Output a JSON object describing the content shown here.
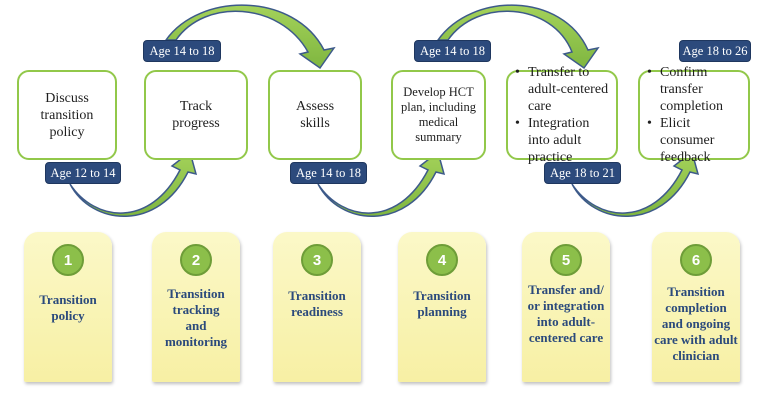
{
  "steps": [
    {
      "text": "Discuss transition policy",
      "age": "Age 12 to 14",
      "number": "1",
      "card_label": "Transition policy"
    },
    {
      "text": "Track progress",
      "age": "Age 14 to 18",
      "number": "2",
      "card_label": "Transition tracking and monitoring"
    },
    {
      "text": "Assess skills",
      "age": "Age 14 to 18",
      "number": "3",
      "card_label": "Transition readiness"
    },
    {
      "text": "Develop HCT plan, including medical summary",
      "age": "Age 14 to 18",
      "number": "4",
      "card_label": "Transition planning"
    },
    {
      "bullets": [
        "Transfer to adult-centered care",
        "Integration into adult practice"
      ],
      "age": "Age 18 to 21",
      "number": "5",
      "card_label": "Transfer and/ or integration into adult-centered care"
    },
    {
      "bullets": [
        "Confirm transfer completion",
        "Elicit consumer feedback"
      ],
      "age": "Age 18 to 26",
      "number": "6",
      "card_label": "Transition completion and ongoing care with adult clinician"
    }
  ],
  "colors": {
    "box_border": "#92c84a",
    "age_tag": "#2c4a7c",
    "arrow_fill": "#8cc24a",
    "arrow_edge": "#3d5a8a",
    "card_fill": "#f8f3b4",
    "card_text": "#2b4a7c",
    "number_circle": "#8cbf4a"
  }
}
